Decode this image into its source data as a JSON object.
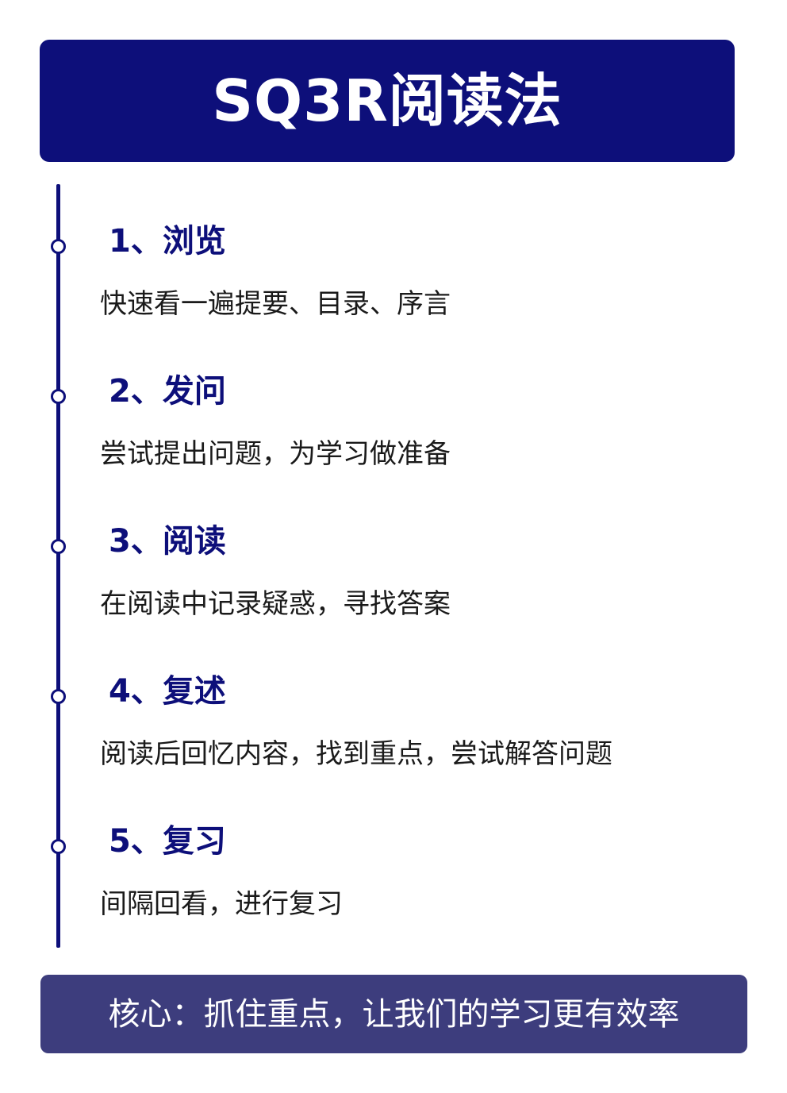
{
  "title": "SQ3R阅读法",
  "steps": [
    {
      "heading": "1、浏览",
      "description": "快速看一遍提要、目录、序言"
    },
    {
      "heading": "2、发问",
      "description": "尝试提出问题，为学习做准备"
    },
    {
      "heading": "3、阅读",
      "description": "在阅读中记录疑惑，寻找答案"
    },
    {
      "heading": "4、复述",
      "description": "阅读后回忆内容，找到重点，尝试解答问题"
    },
    {
      "heading": "5、复习",
      "description": "间隔回看，进行复习"
    }
  ],
  "core": "核心：抓住重点，让我们的学习更有效率",
  "colors": {
    "primary": "#0d0f7a",
    "core_banner": "#3d3d7d",
    "text": "#1a1a1a",
    "background": "#ffffff"
  }
}
